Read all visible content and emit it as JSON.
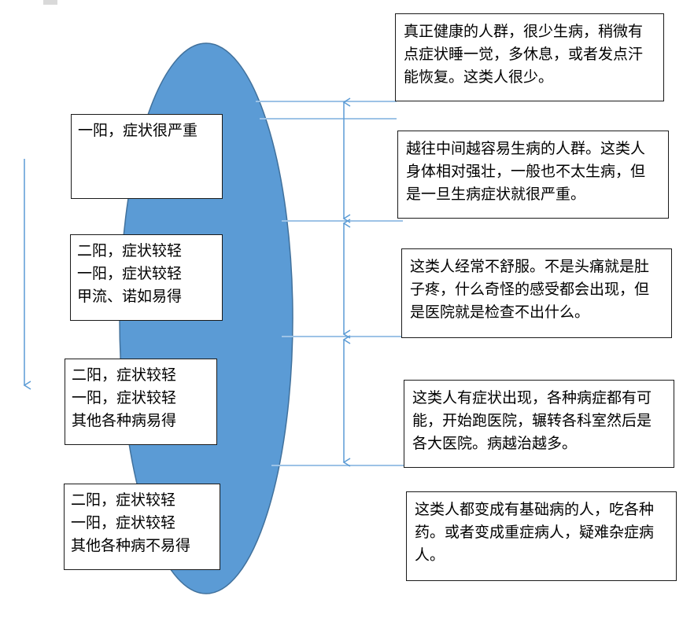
{
  "diagram": {
    "colors": {
      "ellipse_fill": "#5b9bd5",
      "ellipse_stroke": "#41719c",
      "line": "#9dc3e6",
      "arrow": "#5b9bd5",
      "box_border": "#1a1a1a"
    },
    "left_boxes": [
      {
        "lines": [
          "一阳，症状很严重"
        ]
      },
      {
        "lines": [
          "二阳，症状较轻",
          "一阳，症状较轻",
          "甲流、诺如易得"
        ]
      },
      {
        "lines": [
          "二阳，症状较轻",
          "一阳，症状较轻",
          "其他各种病易得"
        ]
      },
      {
        "lines": [
          "二阳，症状较轻",
          "一阳，症状较轻",
          "其他各种病不易得"
        ]
      }
    ],
    "right_boxes": [
      {
        "lines": [
          "真正健康的人群，很少生病，稍微有",
          "点症状睡一觉，多休息，或者发点汗",
          "能恢复。这类人很少。"
        ]
      },
      {
        "lines": [
          "越往中间越容易生病的人群。这类人",
          "身体相对强壮，一般也不太生病，但",
          "是一旦生病症状就很严重。"
        ]
      },
      {
        "lines": [
          "这类人经常不舒服。不是头痛就是肚",
          "子疼，什么奇怪的感受都会出现，但",
          "是医院就是检查不出什么。"
        ]
      },
      {
        "lines": [
          "这类人有症状出现，各种病症都有可",
          "能，开始跑医院，辗转各科室然后是",
          "各大医院。病越治越多。"
        ]
      },
      {
        "lines": [
          "这类人都变成有基础病的人，吃各种",
          "药。或者变成重症病人，疑难杂症病",
          "人。"
        ]
      }
    ]
  }
}
